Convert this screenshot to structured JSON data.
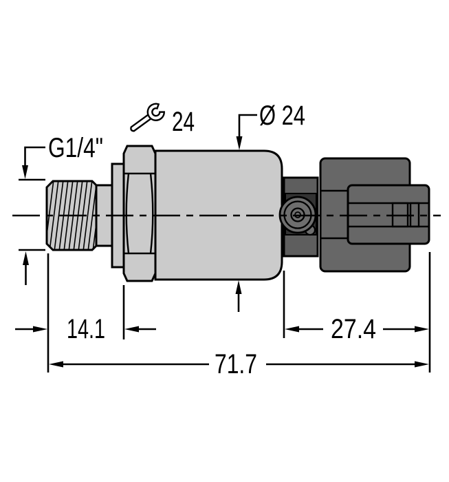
{
  "document": {
    "type": "technical-dimension-drawing",
    "subject": "pressure-transmitter-side-view"
  },
  "labels": {
    "port_thread": "G1/4\"",
    "wrench_icon": "wrench-icon",
    "wrench_size": "24",
    "body_diameter": "Ø 24"
  },
  "dimensions": {
    "thread_section_length": "14.1",
    "connector_section_length": "27.4",
    "overall_length": "71.7"
  },
  "colors": {
    "metal_light": "#cbcbcb",
    "bracket_dark": "#5e5e5e",
    "housing_dark": "#676767",
    "line": "#000000",
    "background": "#ffffff"
  }
}
